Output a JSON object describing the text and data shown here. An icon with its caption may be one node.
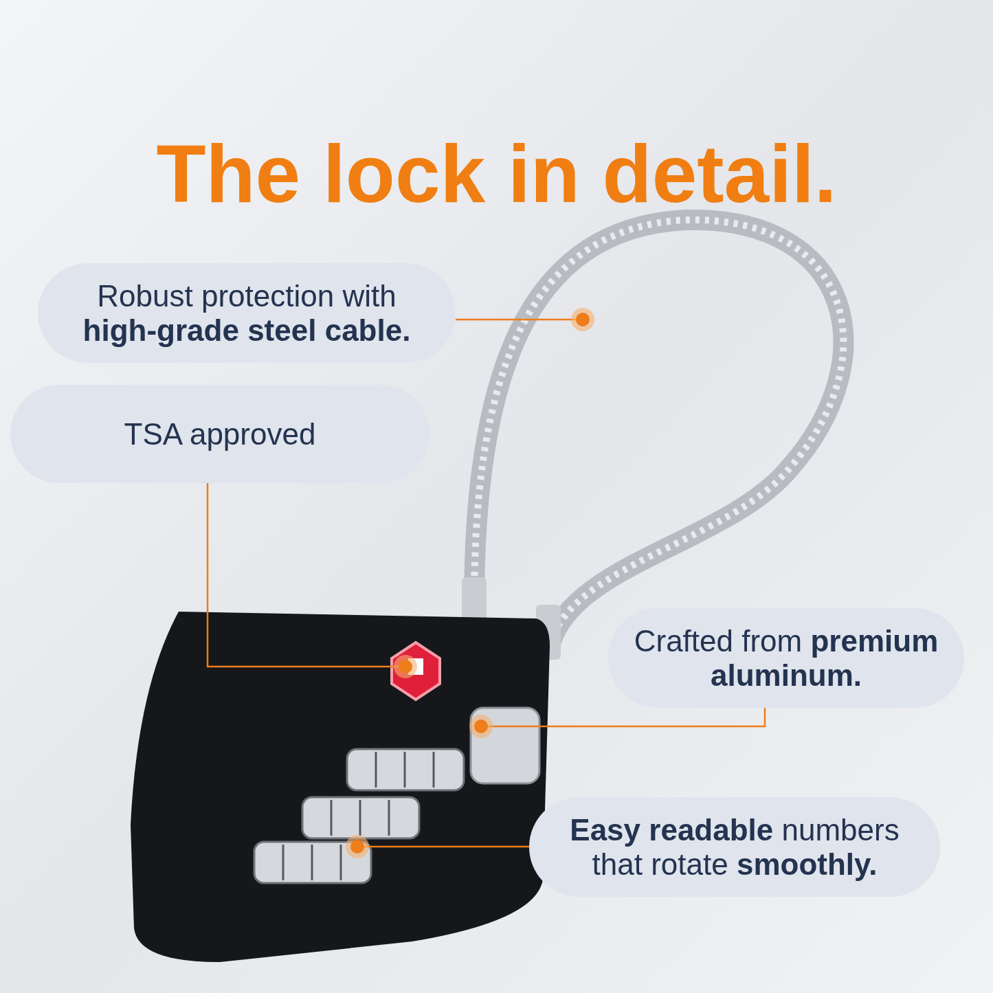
{
  "diagram": {
    "title": "The lock in detail.",
    "nodes": [
      {
        "text": [
          "Robust protection with **high-grade steel cable.**"
        ]
      },
      {
        "text": [
          "TSA approved"
        ]
      },
      {
        "text": [
          "Crafted from **premium aluminum.**"
        ]
      },
      {
        "text": [
          "**Easy readable** numbers that rotate **smoothly.**"
        ]
      }
    ],
    "edges": [
      {
        "from": 0,
        "to": null,
        "arrow": "other"
      },
      {
        "from": 1,
        "to": null,
        "arrow": "other"
      },
      {
        "from": 2,
        "to": null,
        "arrow": "other"
      },
      {
        "from": 3,
        "to": null,
        "arrow": "other"
      }
    ]
  }
}
